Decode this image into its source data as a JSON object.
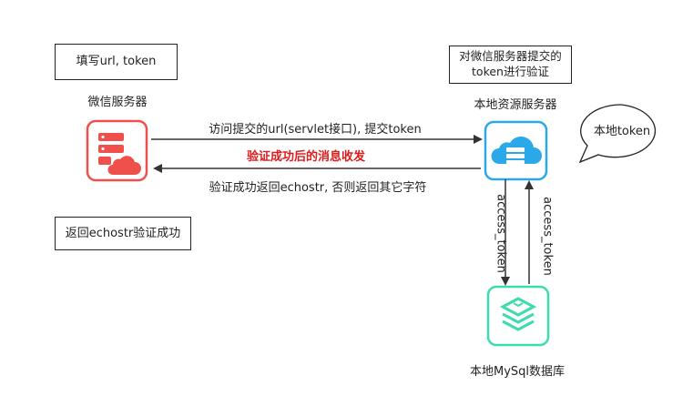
{
  "notes": {
    "fill_url_token": "填写url, token",
    "verify_token": "对微信服务器提交的token进行验证",
    "return_echostr": "返回echostr验证成功",
    "local_token": "本地token"
  },
  "nodes": {
    "wechat_server": {
      "label": "微信服务器",
      "color": "#f0504b"
    },
    "local_resource_server": {
      "label": "本地资源服务器",
      "color": "#2aa8e8"
    },
    "local_mysql": {
      "label": "本地MySql数据库",
      "color": "#3ddcb0"
    }
  },
  "edges": {
    "request": "访问提交的url(servlet接口), 提交token",
    "highlight": "验证成功后的消息收发",
    "response": "验证成功返回echostr, 否则返回其它字符",
    "down": "access_token",
    "up": "access_token"
  },
  "colors": {
    "highlight": "#e01b1b",
    "line": "#333333"
  }
}
